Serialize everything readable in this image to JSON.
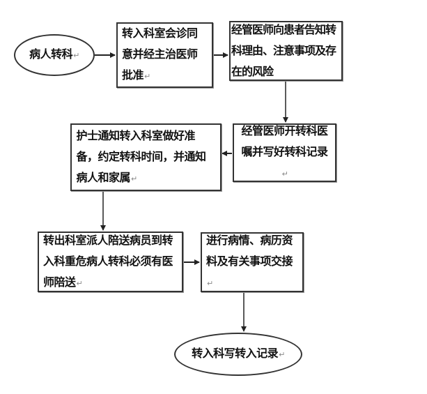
{
  "flowchart": {
    "start": {
      "label": "病人转科"
    },
    "steps": [
      {
        "id": "step1",
        "label": "转入科室会诊同意并经主治医师批准"
      },
      {
        "id": "step2",
        "label": "经管医师向患者告知转科理由、注意事项及存在的风险"
      },
      {
        "id": "step3",
        "label": "经管医师开转科医嘱并写好转科记录"
      },
      {
        "id": "step4",
        "label": "护士通知转入科室做好准备，约定转科时间，并通知病人和家属"
      },
      {
        "id": "step5",
        "label": "转出科室派人陪送病员到转入科重危病人转科必须有医师陪送"
      },
      {
        "id": "step6",
        "label": "进行病情、病历资料及有关事项交接"
      }
    ],
    "end": {
      "label": "转入科写转入记录"
    },
    "paragraph_mark": "↵",
    "colors": {
      "stroke": "#333333",
      "text": "#111111",
      "background": "#ffffff"
    }
  }
}
